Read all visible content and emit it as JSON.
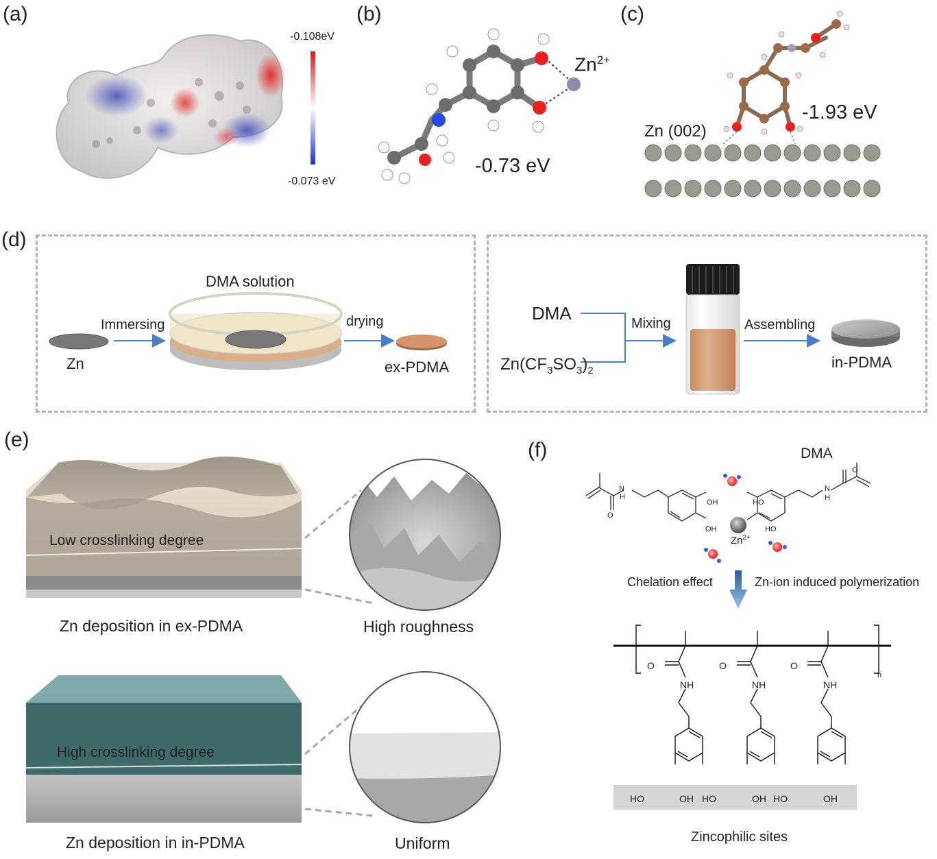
{
  "panel_labels": {
    "a": "(a)",
    "b": "(b)",
    "c": "(c)",
    "d": "(d)",
    "e": "(e)",
    "f": "(f)"
  },
  "panel_a": {
    "scale_top": "-0.108eV",
    "scale_bottom": "-0.073 eV"
  },
  "panel_b": {
    "ion": "Zn",
    "ion_charge": "2+",
    "energy": "-0.73 eV"
  },
  "panel_c": {
    "surface": "Zn (002)",
    "energy": "-1.93 eV"
  },
  "panel_d": {
    "solution_title": "DMA solution",
    "zn_label": "Zn",
    "immersing": "Immersing",
    "drying": "drying",
    "ex_pdma": "ex-PDMA",
    "dma": "DMA",
    "salt": {
      "a": "Zn(CF",
      "s1": "3",
      "b": "SO",
      "s2": "3",
      "c": ")",
      "s3": "2"
    },
    "mixing": "Mixing",
    "assembling": "Assembling",
    "in_pdma": "in-PDMA"
  },
  "panel_e": {
    "low_crosslinking": "Low crosslinking degree",
    "high_crosslinking": "High crosslinking degree",
    "caption_ex": "Zn deposition in ex-PDMA",
    "caption_in": "Zn deposition in in-PDMA",
    "high_roughness": "High roughness",
    "uniform": "Uniform"
  },
  "panel_f": {
    "dma_label": "DMA",
    "zn_ion": "Zn",
    "zn_charge": "2+",
    "chelation": "Chelation effect",
    "polymerization": "Zn-ion induced polymerization",
    "zincophilic": "Zincophilic sites",
    "oh": "OH",
    "ho": "HO",
    "nh": "NH",
    "h": "H",
    "n_atom": "N",
    "o_atom": "O",
    "n_sub": "n"
  },
  "colors": {
    "arrow_blue": "#4a7fc1",
    "oxygen_red": "#e8282b",
    "zn_gray": "#9a9a90",
    "copper": "#c8875a",
    "teal": "#3f6f70",
    "tan": "#b8a896"
  }
}
